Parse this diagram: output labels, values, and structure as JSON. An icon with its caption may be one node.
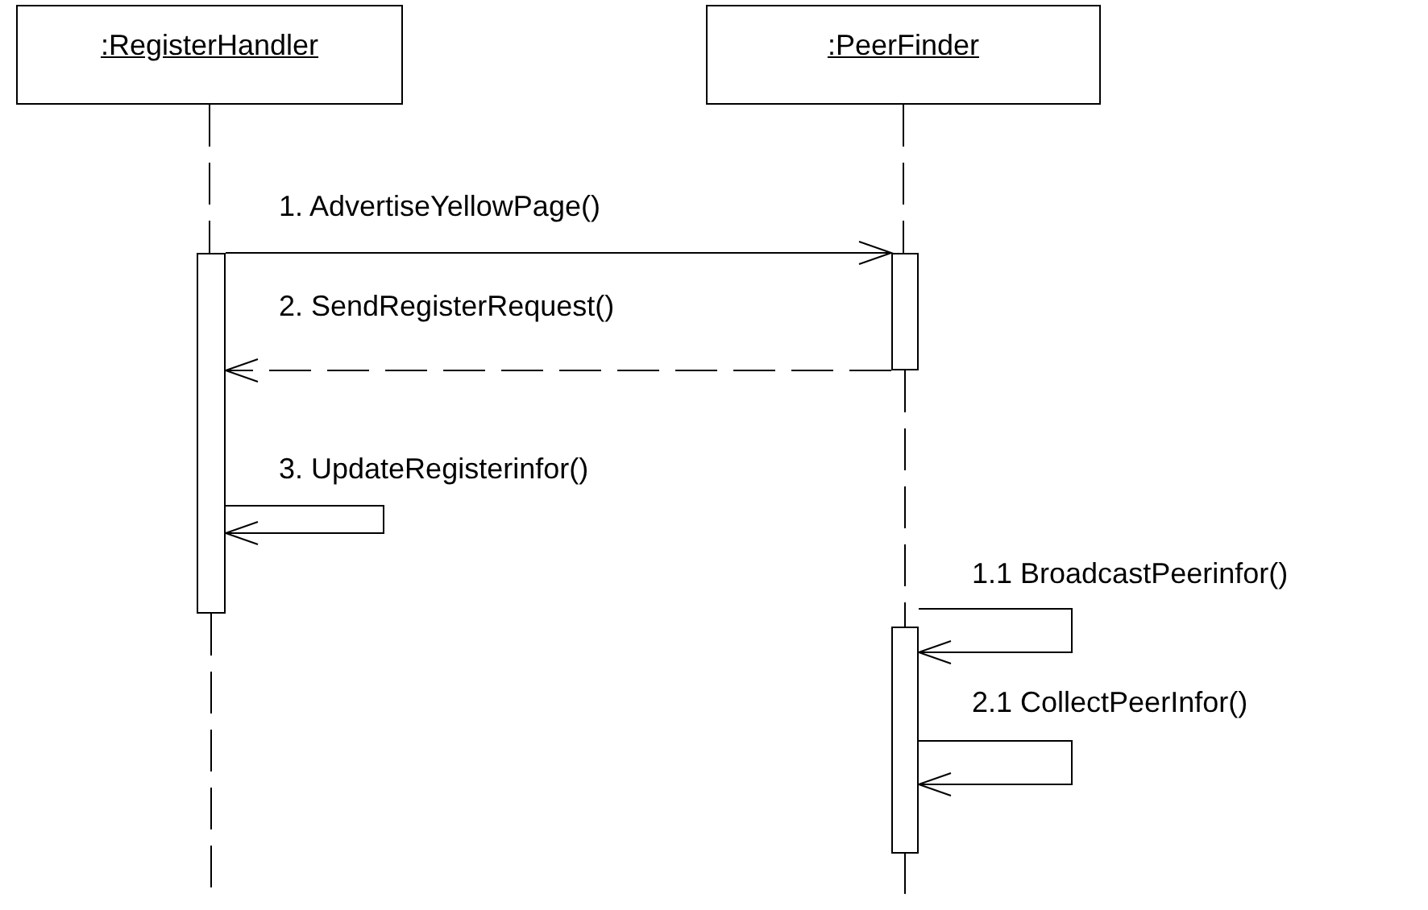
{
  "diagram": {
    "nodes": [
      {
        "text": [
          ":RegisterHandler"
        ]
      },
      {
        "text": [
          ":PeerFinder"
        ]
      },
      {
        "text": [],
        "shape": "bar"
      },
      {
        "text": [],
        "shape": "bar"
      },
      {
        "text": [],
        "shape": "bar"
      }
    ],
    "edges": [
      {
        "from": 0,
        "to": 2,
        "arrow": "none",
        "style": "dashed"
      },
      {
        "from": 1,
        "to": 3,
        "arrow": "none",
        "style": "dashed"
      },
      {
        "from": 3,
        "to": 4,
        "arrow": "none",
        "style": "dashed"
      },
      {
        "from": 2,
        "to": null,
        "arrow": "none",
        "style": "dashed"
      },
      {
        "from": 4,
        "to": null,
        "arrow": "none",
        "style": "dashed"
      },
      {
        "from": 2,
        "to": 3,
        "arrow": "to",
        "label": "1. AdvertiseYellowPage()"
      },
      {
        "from": 3,
        "to": 2,
        "arrow": "to",
        "label": "2. SendRegisterRequest()",
        "style": "dashed"
      },
      {
        "from": 2,
        "to": 2,
        "arrow": "to",
        "label": "3. UpdateRegisterinfor()"
      },
      {
        "from": 4,
        "to": 4,
        "arrow": "to",
        "label": "1.1 BroadcastPeerinfor()"
      },
      {
        "from": 4,
        "to": 4,
        "arrow": "to",
        "label": "2.1 CollectPeerInfor()"
      }
    ]
  }
}
